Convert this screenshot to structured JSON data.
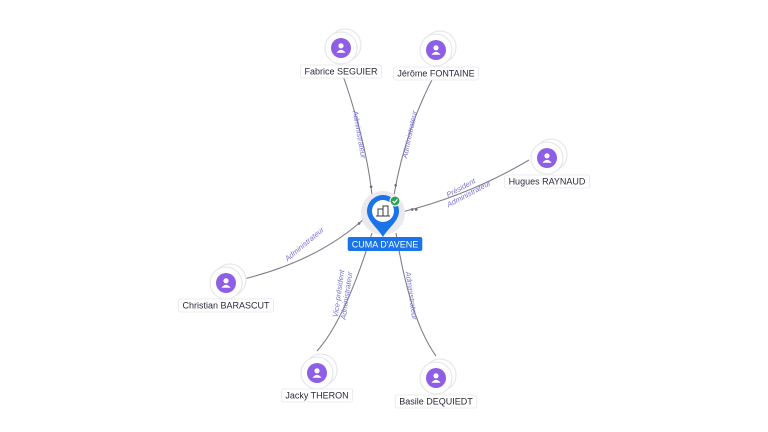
{
  "company": {
    "name": "CUMA D'AVENE",
    "icon": "building-icon",
    "status_icon": "check-icon",
    "brand_color": "#1a73e8",
    "status_color": "#2e9e58"
  },
  "person_color": "#8e5fe6",
  "people": [
    {
      "id": "fabrice",
      "name": "Fabrice SEGUIER",
      "roles": [
        "Administrateur"
      ]
    },
    {
      "id": "jerome",
      "name": "Jérôme FONTAINE",
      "roles": [
        "Administrateur"
      ]
    },
    {
      "id": "hugues",
      "name": "Hugues RAYNAUD",
      "roles": [
        "Président",
        "Administrateur"
      ]
    },
    {
      "id": "christian",
      "name": "Christian BARASCUT",
      "roles": [
        "Administrateur"
      ]
    },
    {
      "id": "jacky",
      "name": "Jacky THERON",
      "roles": [
        "Vice-président",
        "Administrateur"
      ]
    },
    {
      "id": "basile",
      "name": "Basile DEQUIEDT",
      "roles": [
        "Administrateur"
      ]
    }
  ]
}
